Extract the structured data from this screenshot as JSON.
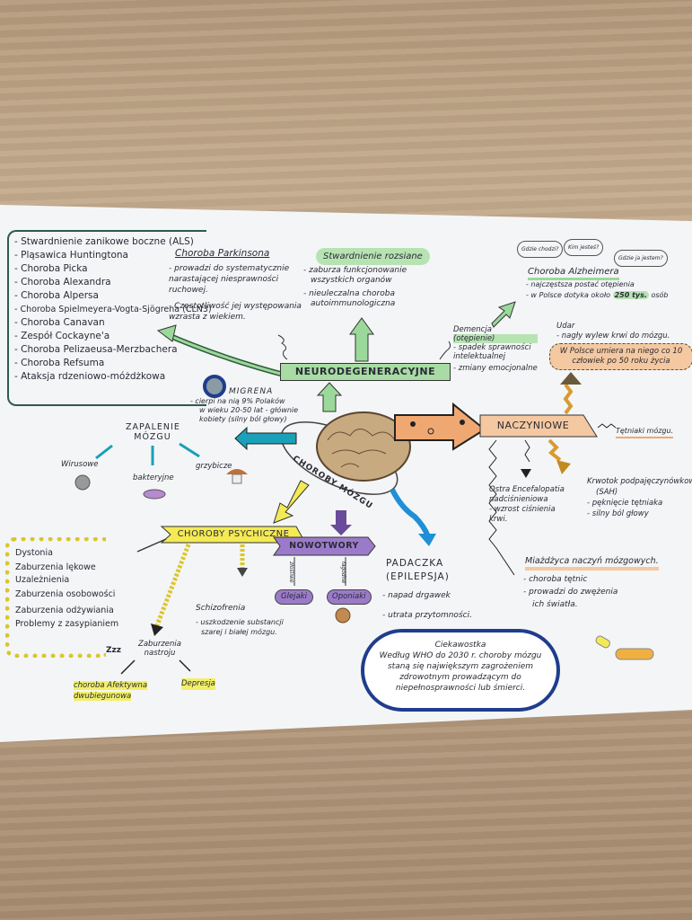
{
  "central": {
    "title": "CHOROBY MÓZGU"
  },
  "neuro": {
    "label": "NEURODEGENERACYJNE",
    "list": [
      "- Stwardnienie zanikowe boczne (ALS)",
      "- Pląsawica Huntingtona",
      "- Choroba Picka",
      "- Choroba Alexandra",
      "- Choroba Alpersa",
      "- Choroba Spielmeyera-Vogta-Sjögrena (CLN3)",
      "- Choroba Canavan",
      "- Zespół Cockayne'a",
      "- Choroba Pelizaeusa-Merzbachera",
      "- Choroba Refsuma",
      "- Ataksja rdzeniowo-móżdżkowa"
    ],
    "parkinson": {
      "title": "Choroba Parkinsona",
      "lines": [
        "- prowadzi do systematycznie",
        "narastającej niesprawności",
        "ruchowej.",
        "- Częstotliwość jej występowania",
        "wzrasta z wiekiem."
      ]
    },
    "sm": {
      "title": "Stwardnienie rozsiane",
      "lines": [
        "- zaburza funkcjonowanie",
        "wszystkich organów",
        "- nieuleczalna choroba",
        "autoimmunologiczna"
      ]
    },
    "dementia": {
      "title": "Demencja",
      "sub": "(otępienie)",
      "lines": [
        "- spadek sprawności",
        "intelektualnej",
        "- zmiany emocjonalne"
      ]
    },
    "alzheimer": {
      "bubbles": [
        "Gdzie chodzi?",
        "Kim jesteś?",
        "Gdzie ja jestem?"
      ],
      "title": "Choroba Alzheimera",
      "lines": [
        "- najczęstsza postać otępienia",
        "- w Polsce dotyka około"
      ],
      "highlight": "250 tys.",
      "suffix": "osób"
    }
  },
  "migraine": {
    "title": "MIGRENA",
    "lines": [
      "- cierpi na nią 9% Polaków",
      "w wieku 20-50 lat - głównie",
      "kobiety (silny ból głowy)"
    ]
  },
  "encephalitis": {
    "title": "ZAPALENIE MÓZGU",
    "types": [
      "Wirusowe",
      "bakteryjne",
      "grzybicze"
    ]
  },
  "vascular": {
    "label": "NACZYNIOWE",
    "aneurysm": "Tętniaki mózgu.",
    "stroke": {
      "title": "Udar",
      "line": "- nagły wylew krwi do mózgu.",
      "cloud": "W Polsce umiera na niego co 10 człowiek po 50 roku życia"
    },
    "encephalopathy": {
      "lines": [
        "Ostra Encefalopatia",
        "nadciśnieniowa",
        "- wzrost ciśnienia",
        "krwi."
      ]
    },
    "sah": {
      "lines": [
        "Krwotok podpajęczynówkowy",
        "(SAH)",
        "- pęknięcie tętniaka",
        "- silny ból głowy"
      ]
    },
    "atherosclerosis": {
      "title": "Miażdżyca naczyń mózgowych.",
      "lines": [
        "- choroba tętnic",
        "- prowadzi do zwężenia",
        "ich światła."
      ]
    }
  },
  "psychiatric": {
    "label": "CHOROBY PSYCHICZNE",
    "list": [
      "Dystonia",
      "Zaburzenia lękowe",
      "Uzależnienia",
      "Zaburzenia osobowości",
      "Zaburzenia odżywiania",
      "Problemy z zasypianiem"
    ],
    "zzz": "Zzz",
    "schizophrenia": {
      "title": "Schizofrenia",
      "lines": [
        "- uszkodzenie substancji",
        "szarej i białej mózgu."
      ]
    },
    "mood": {
      "title": "Zaburzenia nastroju",
      "bipolar": "choroba Afektywna dwubiegunowa",
      "depression": "Depresja"
    }
  },
  "tumors": {
    "label": "NOWOTWORY",
    "types": [
      "Glejaki",
      "Oponiaki"
    ],
    "arrow_labels": [
      "złośliwe",
      "łagodne"
    ]
  },
  "epilepsy": {
    "title": "PADACZKA",
    "sub": "(EPILEPSJA)",
    "lines": [
      "- napad drgawek",
      "- utrata przytomności."
    ]
  },
  "fact": {
    "title": "Ciekawostka",
    "text": "Według WHO do 2030 r. choroby mózgu staną się największym zagrożeniem zdrowotnym prowadzącym do niepełnosprawności lub śmierci."
  },
  "colors": {
    "neuro": "#8fd18a",
    "vascular": "#f0a872",
    "psych": "#f3ea55",
    "tumor": "#9b7bc9",
    "encephalitis": "#1aa0b8",
    "epilepsy": "#1e90d6",
    "cloud": "#1f3d8c"
  }
}
